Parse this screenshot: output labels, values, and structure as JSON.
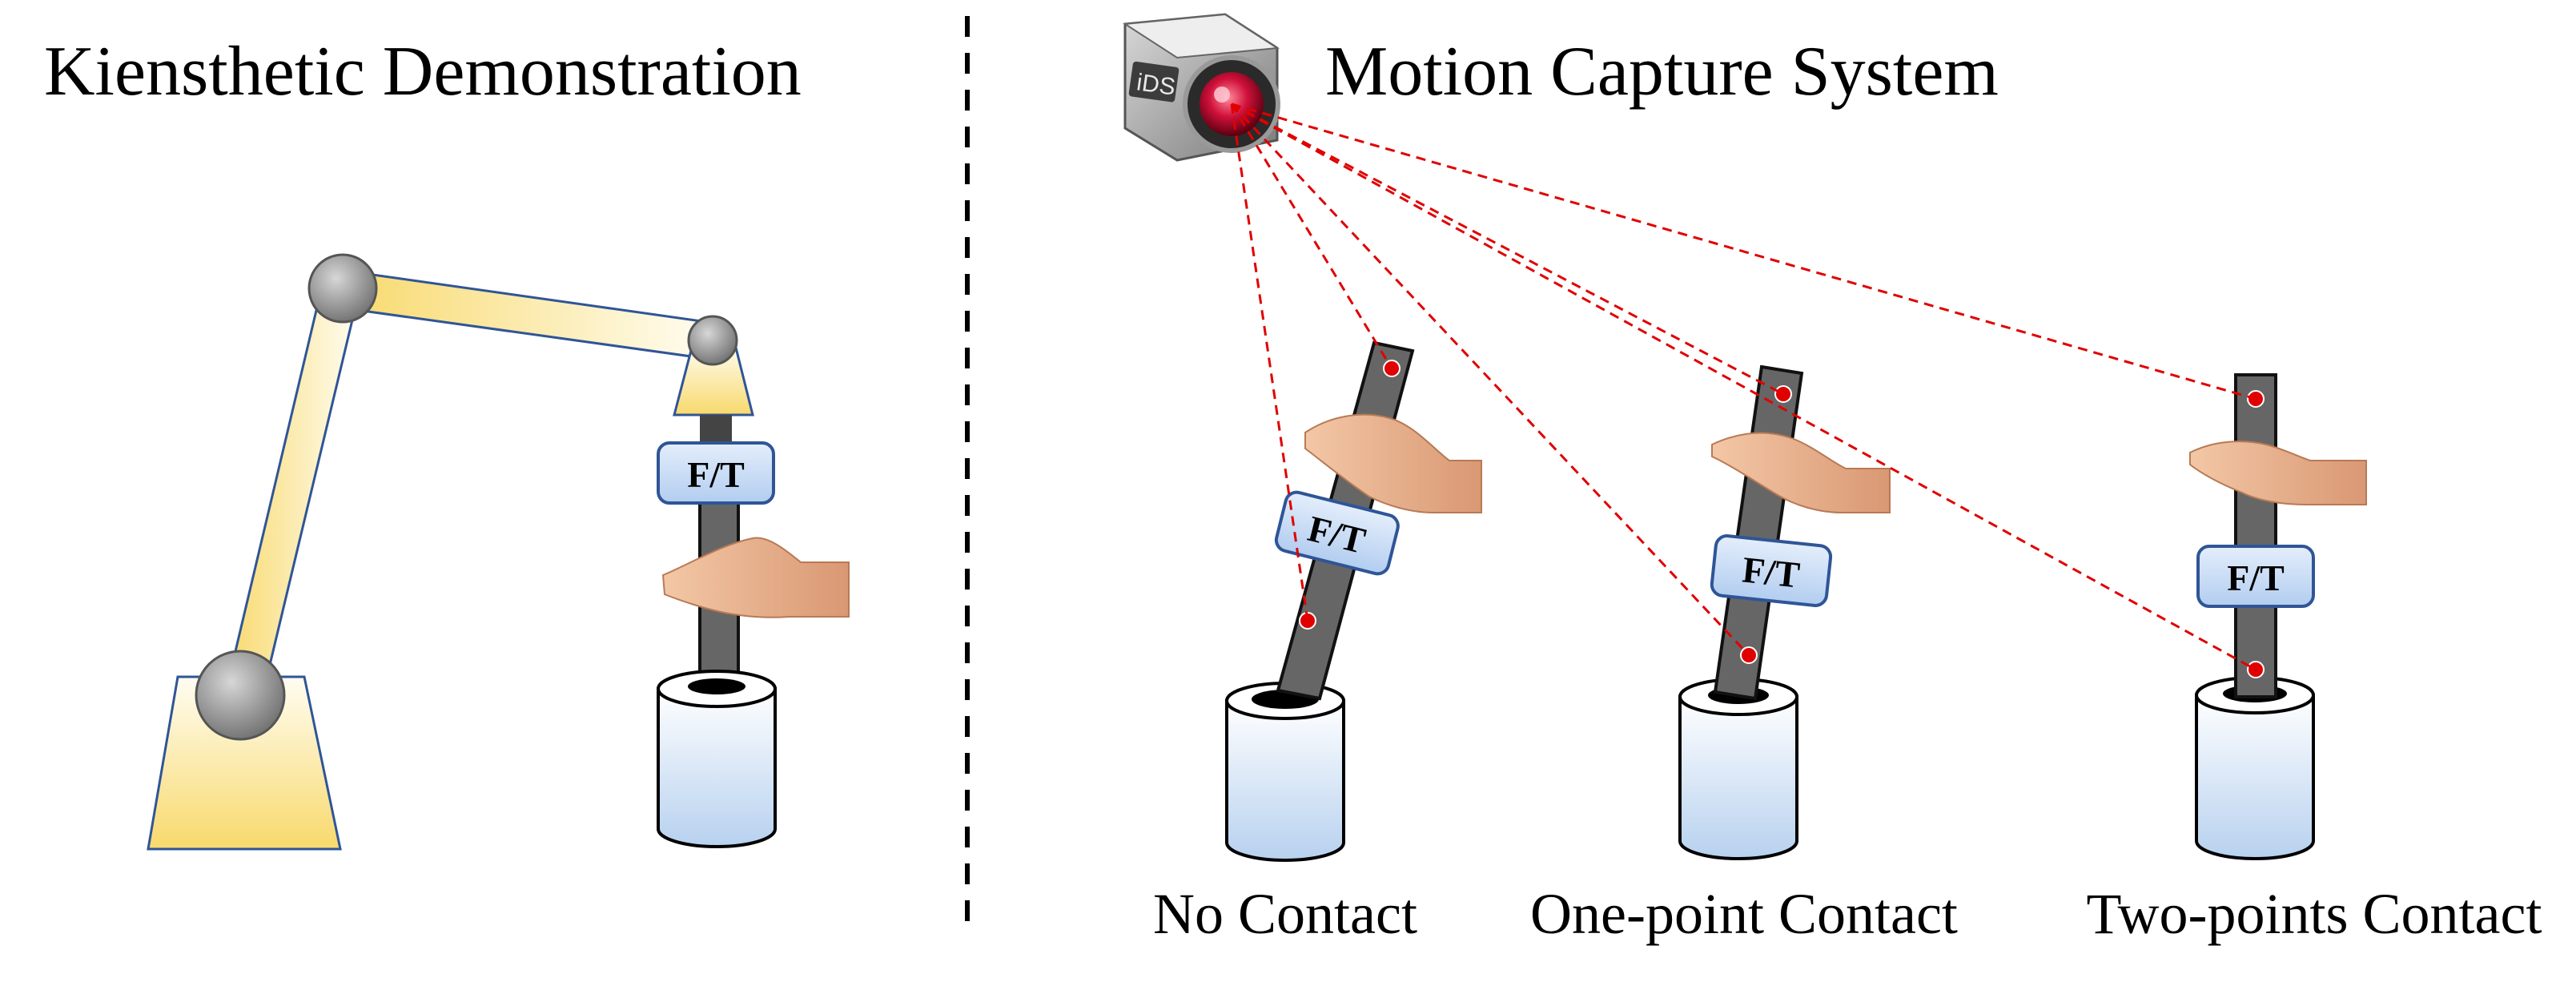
{
  "left_panel": {
    "title": "Kiensthetic Demonstration",
    "sensor_label": "F/T"
  },
  "right_panel": {
    "title": "Motion Capture System",
    "camera_brand": "iDS",
    "scenarios": [
      {
        "caption": "No Contact",
        "sensor_label": "F/T"
      },
      {
        "caption": "One-point Contact",
        "sensor_label": "F/T"
      },
      {
        "caption": "Two-points Contact",
        "sensor_label": "F/T"
      }
    ]
  },
  "colors": {
    "robot_gradient_light": "#fffdf2",
    "robot_gradient_dark": "#f8d96c",
    "joint": "#8c8c8c",
    "ft_box": "#c9dcf4",
    "peg": "#666666",
    "tracking_line": "#e00000",
    "hole_top": "#ffffff",
    "hole_bottom": "#b7d1ef"
  }
}
